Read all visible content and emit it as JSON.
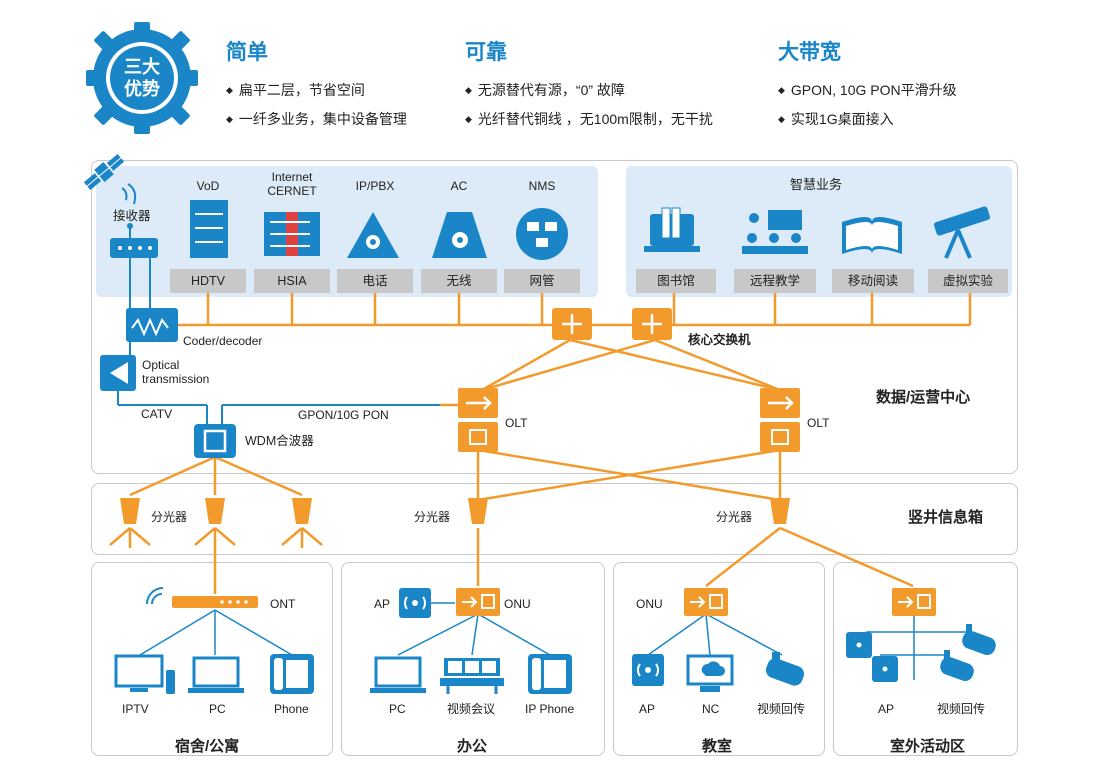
{
  "badge": {
    "line1": "三大",
    "line2": "优势"
  },
  "features": [
    {
      "title": "简单",
      "bullets": [
        "扁平二层，节省空间",
        "一纤多业务，集中设备管理"
      ]
    },
    {
      "title": "可靠",
      "bullets": [
        "无源替代有源，“0” 故障",
        "光纤替代铜线 ，无100m限制，无干扰"
      ]
    },
    {
      "title": "大带宽",
      "bullets": [
        "GPON, 10G PON平滑升级",
        "实现1G桌面接入"
      ]
    }
  ],
  "datacenter": {
    "title": "数据/运营中心",
    "receiver": "接收器",
    "coder": "Coder/decoder",
    "optical": "Optical transmission",
    "catv": "CATV",
    "gpon": "GPON/10G PON",
    "wdm": "WDM合波器",
    "core_switch": "核心交换机",
    "olt": "OLT",
    "services": [
      {
        "top": "VoD",
        "box": "HDTV",
        "icon": "server-icon"
      },
      {
        "top": "Internet CERNET",
        "box": "HSIA",
        "icon": "firewall-icon"
      },
      {
        "top": "IP/PBX",
        "box": "电话",
        "icon": "ip-pbx-icon"
      },
      {
        "top": "AC",
        "box": "无线",
        "icon": "access-controller-icon"
      },
      {
        "top": "NMS",
        "box": "网管",
        "icon": "network-management-icon"
      }
    ],
    "smart_title": "智慧业务",
    "smart_services": [
      {
        "box": "图书馆",
        "icon": "library-icon"
      },
      {
        "box": "远程教学",
        "icon": "remote-teaching-icon"
      },
      {
        "box": "移动阅读",
        "icon": "mobile-reading-icon"
      },
      {
        "box": "虚拟实验",
        "icon": "telescope-icon"
      }
    ]
  },
  "shaft": {
    "title": "竖井信息箱",
    "splitter": "分光器"
  },
  "zones": [
    {
      "title": "宿舍/公寓",
      "ont": "ONT",
      "devices": [
        "IPTV",
        "PC",
        "Phone"
      ]
    },
    {
      "title": "办公",
      "ap": "AP",
      "onu": "ONU",
      "devices": [
        "PC",
        "视频会议",
        "IP Phone"
      ]
    },
    {
      "title": "教室",
      "onu": "ONU",
      "devices": [
        "AP",
        "NC",
        "视频回传"
      ]
    },
    {
      "title": "室外活动区",
      "devices": [
        "AP",
        "视频回传"
      ]
    }
  ],
  "colors": {
    "orange": "#f39a2c",
    "blue": "#1a86c8",
    "gray": "#c8c8c8",
    "light_blue": "#dcebf7"
  }
}
